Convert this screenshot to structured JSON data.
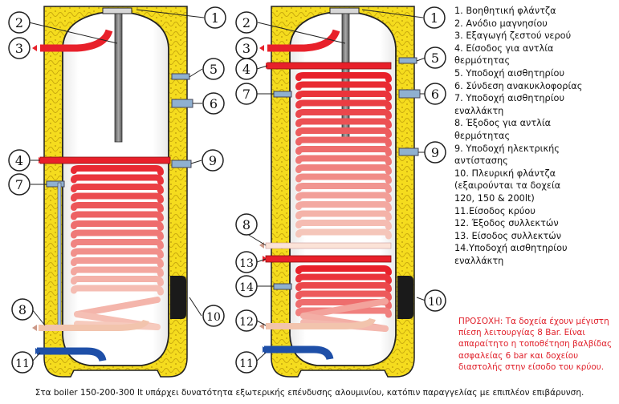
{
  "callouts": {
    "c1": "1",
    "c2": "2",
    "c3": "3",
    "c4": "4",
    "c5": "5",
    "c6": "6",
    "c7": "7",
    "c8": "8",
    "c9": "9",
    "c10": "10",
    "c11": "11",
    "c12": "12",
    "c13": "13",
    "c14": "14"
  },
  "legend": [
    "1. Βοηθητική φλάντζα",
    "2. Ανόδιο μαγνησίου",
    "3. Εξαγωγή ζεστού νερού",
    "4. Είσοδος για αντλία\nθερμότητας",
    "5. Υποδοχή αισθητηρίου",
    "6. Σύνδεση ανακυκλοφορίας",
    "7. Υποδοχή αισθητηρίου\nεναλλάκτη",
    "8. Έξοδος για αντλία\nθερμότητας",
    "9. Υποδοχή ηλεκτρικής\nαντίστασης",
    "10. Πλευρική  φλάντζα\n(εξαιρούνται τα δοχεία\n120, 150 & 200lt)",
    "11.Είσοδος κρύου",
    "12.  Έξοδος συλλεκτών",
    "13. Είσοδος συλλεκτών",
    "14.Υποδοχή αισθητηρίου\nεναλλάκτη"
  ],
  "warning": "ΠΡΟΣΟΧΗ: Τα δοχεία έχουν μέγιστη πίεση λειτουργίας 8 Bar. Είναι απαραίτητο η τοποθέτηση βαλβίδας ασφαλείας 6 bar και δοχείου διαστολής στην είσοδο του κρύου.",
  "footnote": "Στα  boiler 150-200-300 lt υπάρχει δυνατότητα εξωτερικής επένδυσης αλουμινίου, κατόπιν παραγγελίας με επιπλέον επιβάρυνση.",
  "colors": {
    "insulation": "#f5dc1e",
    "hot_pipe": "#e8202a",
    "cold_pipe": "#1e4fa8",
    "sensor": "#8fb0d0",
    "warning_text": "#e0202a",
    "coil_top": "#e8202a",
    "coil_bottom": "#f6cfc2"
  }
}
